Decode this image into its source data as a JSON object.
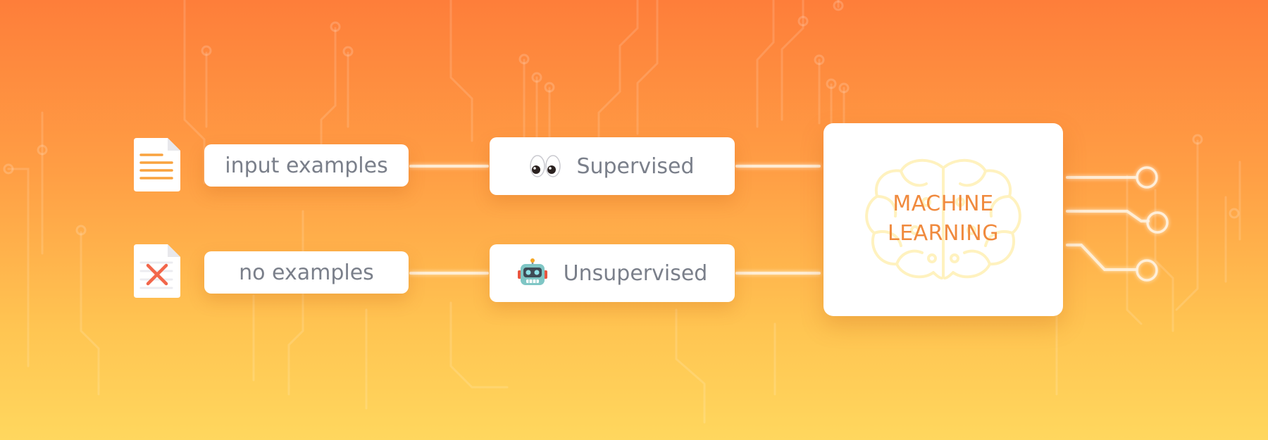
{
  "diagram": {
    "inputs": [
      {
        "label": "input examples",
        "icon": "document-lines-icon"
      },
      {
        "label": "no examples",
        "icon": "document-x-icon"
      }
    ],
    "methods": [
      {
        "label": "Supervised",
        "icon": "eyes-emoji-icon"
      },
      {
        "label": "Unsupervised",
        "icon": "robot-emoji-icon"
      }
    ],
    "center": {
      "line1": "MACHINE",
      "line2": "LEARNING",
      "icon": "brain-icon"
    },
    "outputs_count": 3
  },
  "colors": {
    "gradient_top": "#fe7e3a",
    "gradient_bottom": "#ffd75e",
    "text_gray": "#7a7f8a",
    "accent_orange": "#f08a3e",
    "x_red": "#f2664a"
  }
}
